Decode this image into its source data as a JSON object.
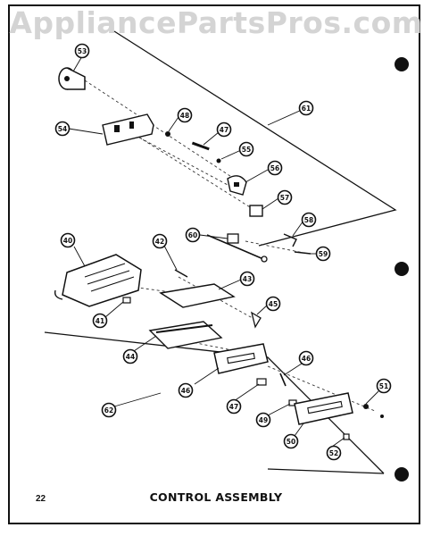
{
  "watermark": "AppliancePartsPros.com",
  "page_number": "22",
  "title": "CONTROL ASSEMBLY",
  "ink_color": "#111111",
  "watermark_color": "#d4d4d4",
  "callouts": [
    "53",
    "61",
    "54",
    "48",
    "47",
    "55",
    "56",
    "57",
    "58",
    "59",
    "60",
    "40",
    "42",
    "43",
    "45",
    "41",
    "44",
    "46",
    "46",
    "47",
    "49",
    "51",
    "50",
    "52",
    "62"
  ]
}
